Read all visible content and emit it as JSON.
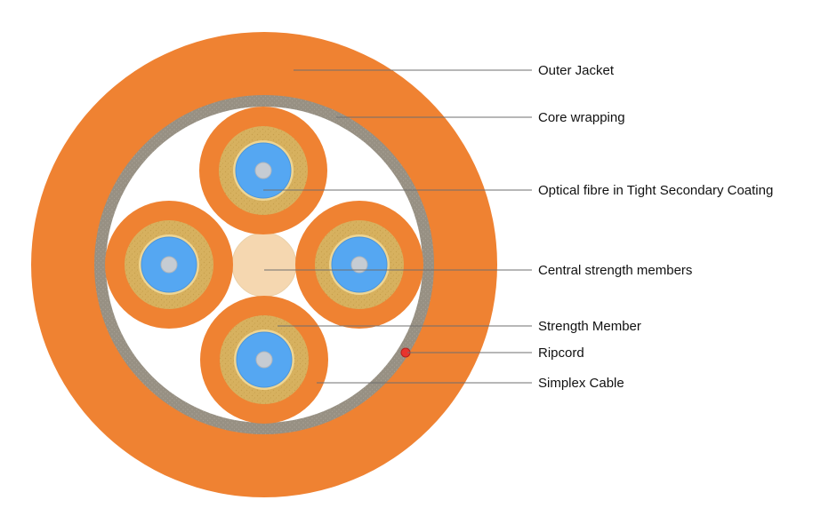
{
  "colors": {
    "jacket": "#ef8232",
    "core_wrapping": "#979083",
    "core_wrapping_speckle": "#b0aa9e",
    "interior": "#ffffff",
    "simplex_jacket": "#ef8232",
    "strength_member": "#d7b15f",
    "strength_member_speckle": "#c8a04c",
    "buffer_ring": "#eed593",
    "fibre_coating": "#55a7f2",
    "fibre_core": "#c6ccd3",
    "central_strength_member": "#f5d7b0",
    "ripcord": "#e8342e",
    "leader_line": "#6f6f6f",
    "label_text": "#111111"
  },
  "icons": {
    "ripcord": "red-dot-icon"
  },
  "labels": {
    "outer_jacket": "Outer Jacket",
    "core_wrapping": "Core wrapping",
    "optical_fibre": "Optical fibre in Tight Secondary Coating",
    "central_strength": "Central strength members",
    "strength_member": "Strength Member",
    "ripcord": "Ripcord",
    "simplex_cable": "Simplex Cable"
  }
}
